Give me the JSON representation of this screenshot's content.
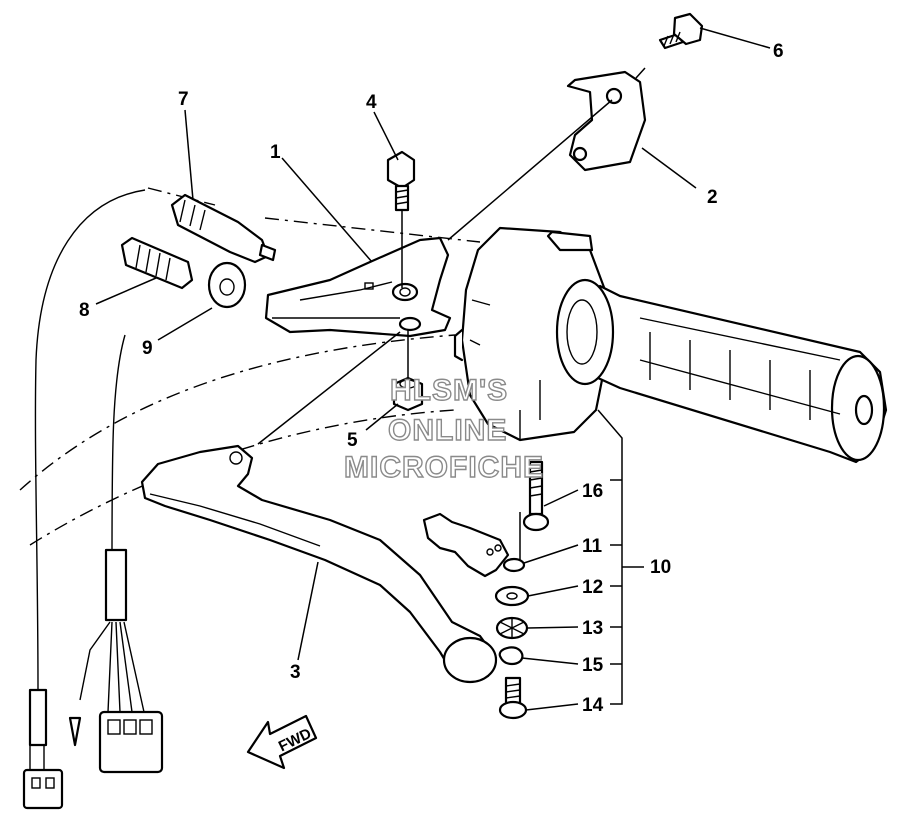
{
  "watermark": {
    "line1": "HLSM'S",
    "line2": "ONLINE",
    "line3": "MICROFICHE"
  },
  "direction_arrow_label": "FWD",
  "callouts": {
    "p1": "1",
    "p2": "2",
    "p3": "3",
    "p4": "4",
    "p5": "5",
    "p6": "6",
    "p7": "7",
    "p8": "8",
    "p9": "9",
    "p10": "10",
    "p11": "11",
    "p12": "12",
    "p13": "13",
    "p14": "14",
    "p15": "15",
    "p16": "16"
  }
}
